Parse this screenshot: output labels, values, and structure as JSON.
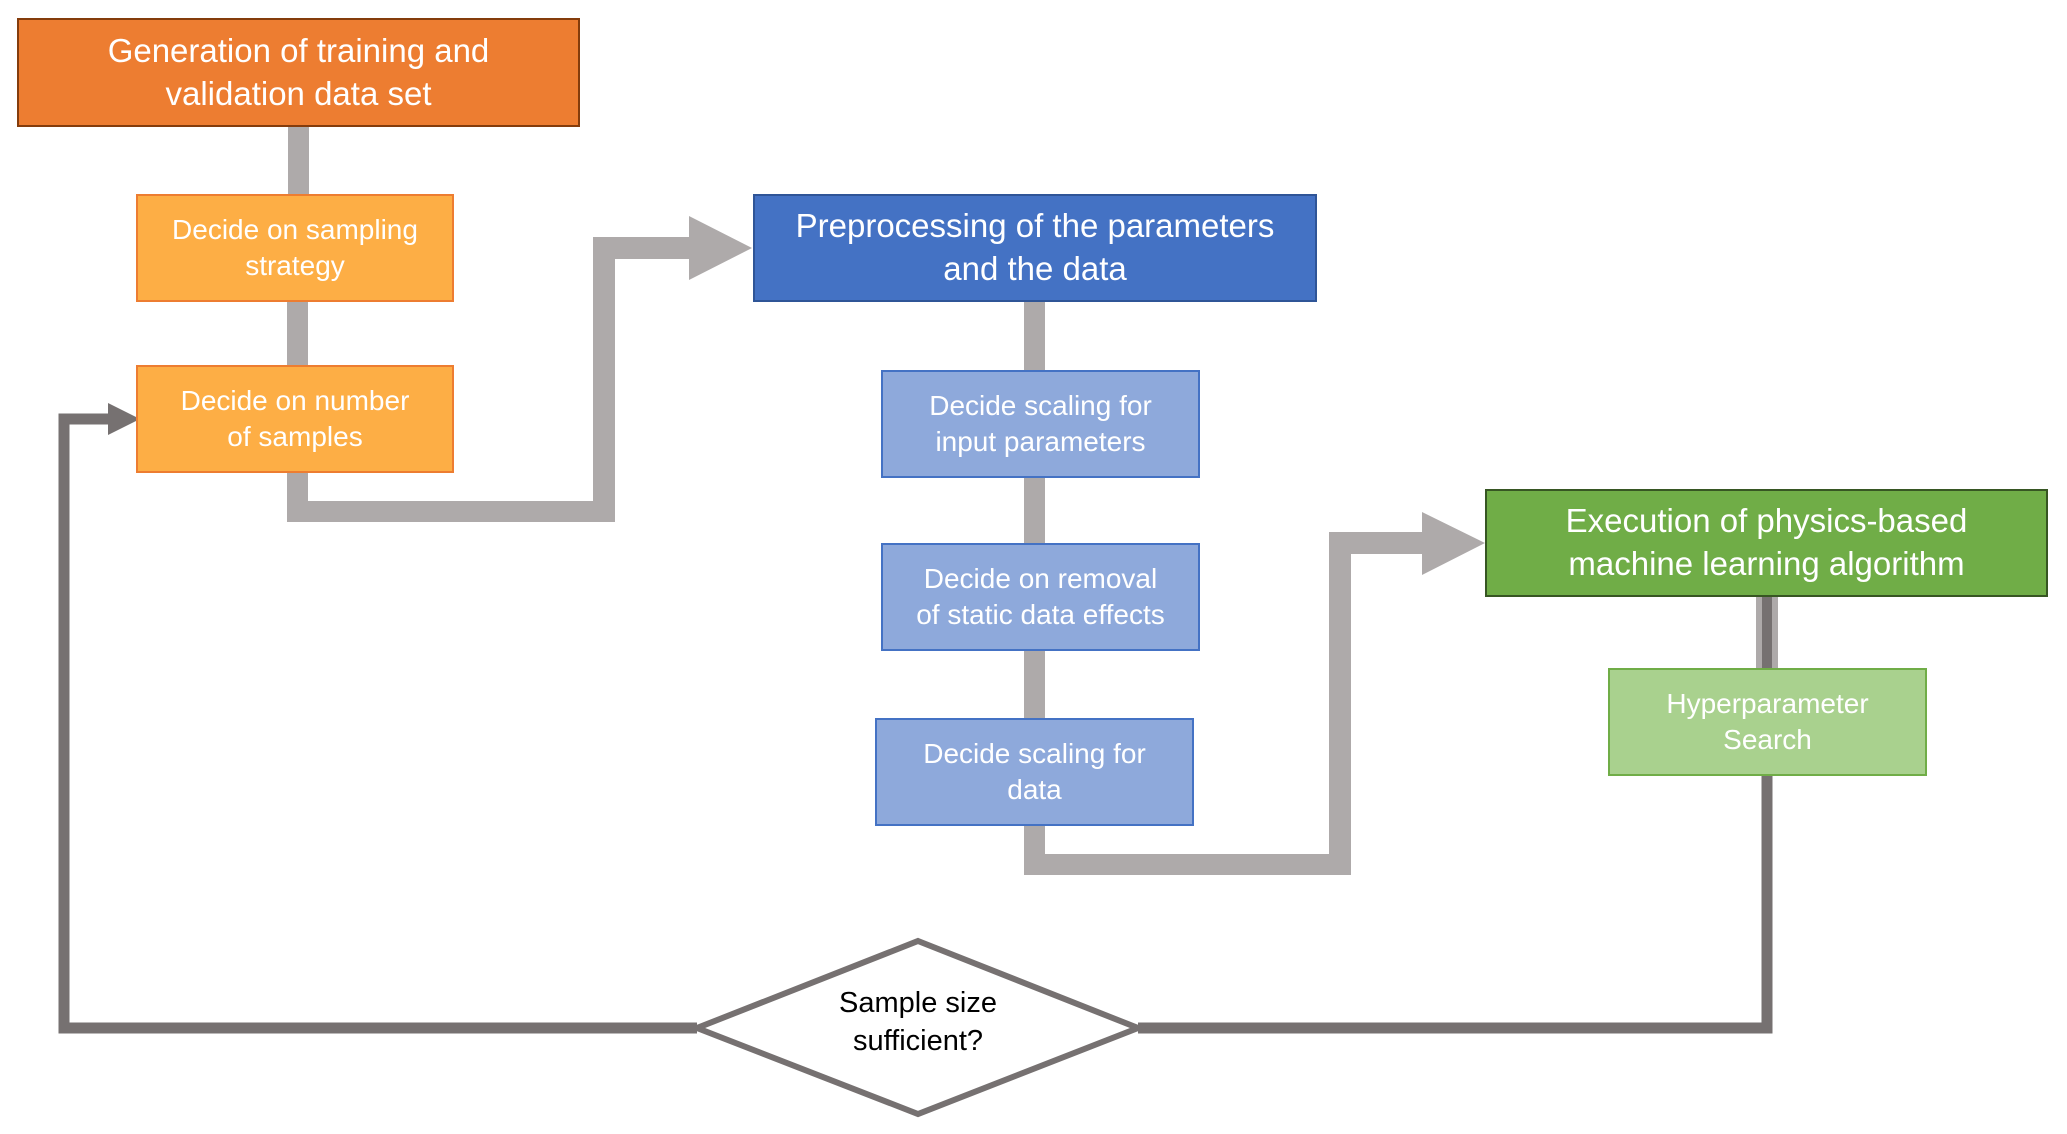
{
  "diagram": {
    "type": "flowchart",
    "nodes": {
      "generation": {
        "label": "Generation of training and\nvalidation data set"
      },
      "sampling_strategy": {
        "label": "Decide on sampling\nstrategy"
      },
      "number_of_samples": {
        "label": "Decide on number\nof samples"
      },
      "preprocessing": {
        "label": "Preprocessing of the parameters\nand the data"
      },
      "scaling_input": {
        "label": "Decide scaling for\ninput parameters"
      },
      "static_effects": {
        "label": "Decide on removal\nof static data effects"
      },
      "scaling_data": {
        "label": "Decide scaling for\ndata"
      },
      "execution": {
        "label": "Execution of physics-based\nmachine learning algorithm"
      },
      "hyperparameter": {
        "label": "Hyperparameter\nSearch"
      },
      "decision": {
        "label": "Sample size\nsufficient?"
      }
    },
    "edges": [
      {
        "from": "generation",
        "to": "sampling_strategy",
        "style": "connector"
      },
      {
        "from": "sampling_strategy",
        "to": "number_of_samples",
        "style": "connector"
      },
      {
        "from": "number_of_samples",
        "to": "preprocessing",
        "style": "arrow"
      },
      {
        "from": "preprocessing",
        "to": "scaling_input",
        "style": "connector"
      },
      {
        "from": "scaling_input",
        "to": "static_effects",
        "style": "connector"
      },
      {
        "from": "static_effects",
        "to": "scaling_data",
        "style": "connector"
      },
      {
        "from": "scaling_data",
        "to": "execution",
        "style": "arrow"
      },
      {
        "from": "execution",
        "to": "hyperparameter",
        "style": "connector"
      },
      {
        "from": "hyperparameter",
        "to": "decision",
        "style": "loop-line"
      },
      {
        "from": "decision",
        "to": "number_of_samples",
        "style": "loop-arrow"
      }
    ],
    "colors": {
      "stage1_main": "#ED7D31",
      "stage1_sub": "#FDAE45",
      "stage2_main": "#4472C4",
      "stage2_sub": "#8EA9DB",
      "stage3_main": "#70AD47",
      "stage3_sub": "#A9D18E",
      "connector": "#AEAAAA",
      "loop": "#767171"
    }
  }
}
